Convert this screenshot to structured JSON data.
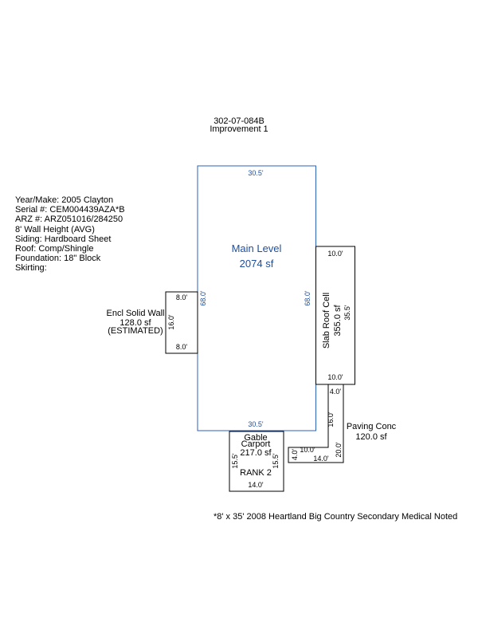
{
  "header": {
    "parcel": "302-07-084B",
    "improvement": "Improvement 1"
  },
  "info": [
    "Year/Make: 2005 Clayton",
    "Serial #: CEM004439AZA*B",
    "ARZ #: ARZ051016/284250",
    "8' Wall Height (AVG)",
    "Siding: Hardboard Sheet",
    "Roof: Comp/Shingle",
    "Foundation: 18\" Block",
    "Skirting:"
  ],
  "main": {
    "name": "Main Level",
    "area": "2074 sf",
    "top": "30.5'",
    "bottom": "30.5'",
    "left": "68.0'",
    "right": "68.0'"
  },
  "encl": {
    "name": "Encl Solid Wall",
    "area": "128.0 sf",
    "note": "(ESTIMATED)",
    "top": "8.0'",
    "side": "16.0'",
    "bottom": "8.0'"
  },
  "slab": {
    "name": "Slab Roof Cell",
    "area": "355.0 sf",
    "top": "10.0'",
    "side": "35.5'",
    "bottom": "10.0'"
  },
  "carport": {
    "name1": "Gable",
    "name2": "Carport",
    "area": "217.0 sf",
    "rank": "RANK 2",
    "left": "15.5'",
    "right": "15.5'",
    "bottom": "14.0'"
  },
  "paving": {
    "name": "Paving Conc",
    "area": "120.0 sf",
    "top": "4.0'",
    "seg16": "16.0'",
    "seg10": "10.0'",
    "seg4": "4.0'",
    "seg14": "14.0'",
    "seg20": "20.0'"
  },
  "note": "*8' x 35' 2008 Heartland Big Country Secondary Medical Noted",
  "colors": {
    "main_outline": "#2b62b8",
    "outline": "#000000",
    "main_text": "#1f4e9c"
  }
}
